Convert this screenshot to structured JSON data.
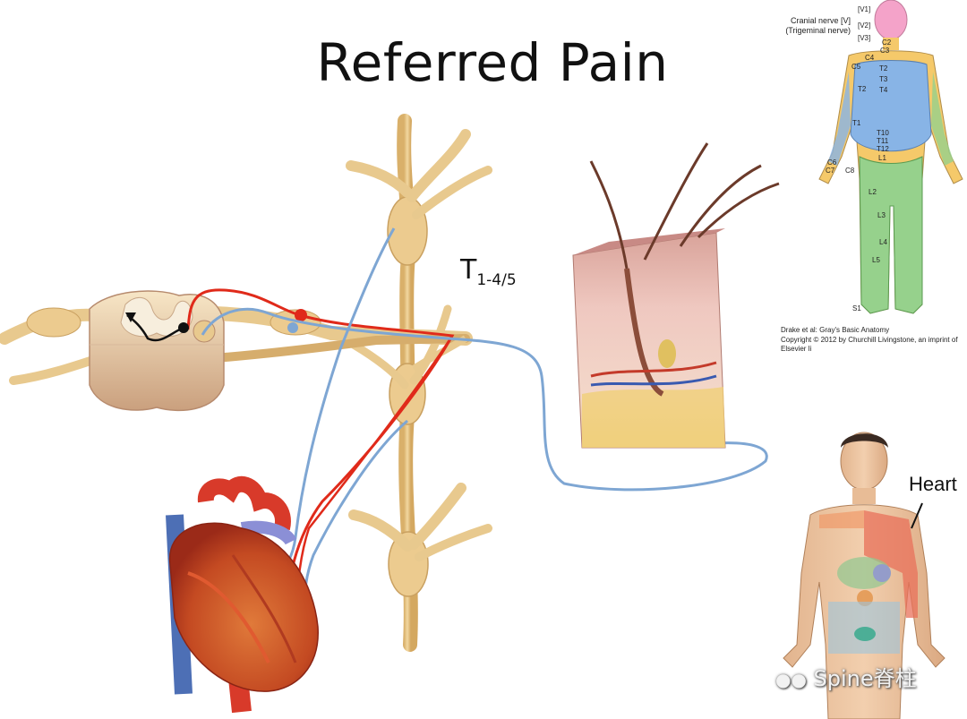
{
  "title": "Referred Pain",
  "spinal_label": {
    "main": "T",
    "sub": "1-4/5"
  },
  "heart_label": "Heart",
  "dermatome": {
    "nerve_line1": "Cranial nerve [V]",
    "nerve_line2": "(Trigeminal nerve)",
    "branches": [
      "[V1]",
      "[V2]",
      "[V3]"
    ],
    "levels": [
      "C2",
      "C3",
      "C4",
      "C5",
      "T2",
      "T3",
      "T4",
      "T2",
      "T1",
      "T10",
      "T11",
      "T12",
      "L1",
      "C6",
      "C7",
      "C8",
      "L2",
      "L3",
      "L4",
      "L5",
      "S1"
    ],
    "credit_line1": "Drake et al: Gray's Basic Anatomy",
    "credit_line2": "Copyright © 2012 by Churchill Livingstone, an imprint of Elsevier li"
  },
  "watermark": "Spine脊柱",
  "colors": {
    "nerve_tan": "#e8c98e",
    "red_pathway": "#e02a1a",
    "blue_pathway": "#7ea6d3",
    "dermatome_yellow": "#f5c96a",
    "dermatome_blue": "#88b4e6",
    "dermatome_green": "#96d18c",
    "dermatome_pink": "#f4a3c9"
  }
}
